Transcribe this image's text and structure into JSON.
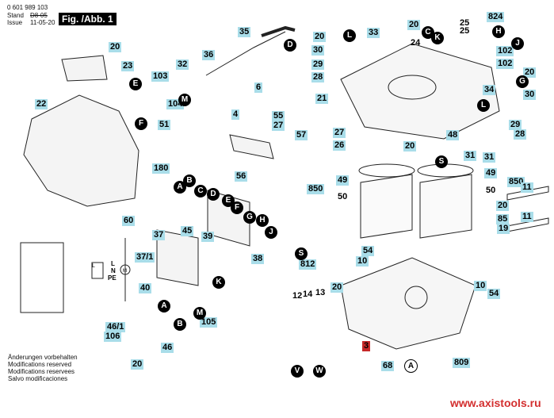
{
  "header": {
    "part_number": "0 601 989 103",
    "stand_label": "Stand",
    "stand_value": "D8-05",
    "issue_label": "Issue",
    "issue_value": "11-05-20",
    "figure_title": "Fig. /Abb. 1"
  },
  "footer": {
    "notes": [
      "Änderungen vorbehalten",
      "Modifications reserved",
      "Modifications reservees",
      "Salvo modificaciones"
    ],
    "website": "www.axistools.ru"
  },
  "part_labels": [
    "20",
    "23",
    "22",
    "103",
    "104",
    "32",
    "36",
    "35",
    "51",
    "180",
    "6",
    "55",
    "27",
    "4",
    "57",
    "56",
    "33",
    "20",
    "30",
    "29",
    "28",
    "20",
    "24",
    "25",
    "25",
    "824",
    "102",
    "102",
    "20",
    "34",
    "30",
    "21",
    "29",
    "28",
    "27",
    "26",
    "20",
    "48",
    "31",
    "31",
    "49",
    "50",
    "850",
    "49",
    "50",
    "850",
    "11",
    "20",
    "85",
    "19",
    "11",
    "60",
    "37",
    "45",
    "39",
    "37/1",
    "38",
    "40",
    "46/1",
    "106",
    "105",
    "46",
    "20",
    "54",
    "10",
    "812",
    "14",
    "13",
    "12",
    "20",
    "10",
    "54",
    "3",
    "68",
    "809"
  ],
  "plain_labels": [
    "24",
    "25",
    "25",
    "50",
    "50",
    "14",
    "13",
    "12"
  ],
  "highlight_label": "3",
  "connector_markers": [
    "E",
    "F",
    "M",
    "D",
    "L",
    "C",
    "K",
    "H",
    "J",
    "G",
    "L",
    "S",
    "A",
    "B",
    "C",
    "D",
    "E",
    "F",
    "G",
    "H",
    "J",
    "K",
    "S",
    "A",
    "M",
    "B",
    "V",
    "W"
  ],
  "reference_marker": "A",
  "circuit": {
    "terminals": [
      "L",
      "N",
      "PE"
    ],
    "motor_symbol": "M"
  }
}
